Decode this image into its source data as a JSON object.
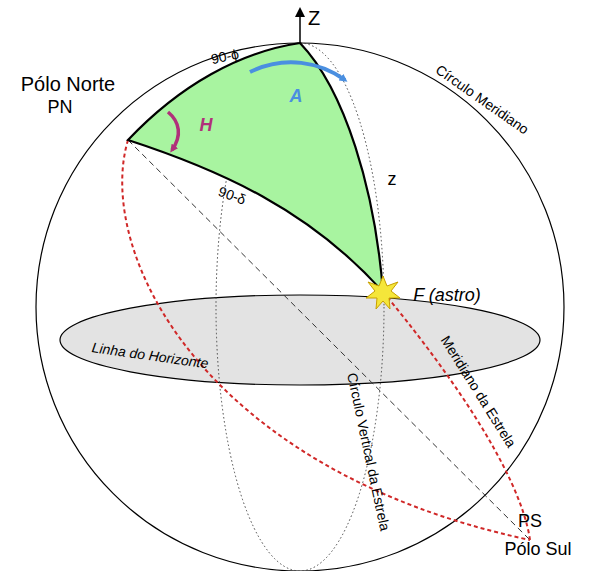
{
  "diagram": {
    "labels": [
      "Z",
      "90-ϕ",
      "A",
      "H",
      "Círculo Meridiano",
      "Pólo Norte",
      "PN",
      "z",
      "90-δ",
      "F (astro)",
      "Linha do Horizonte",
      "Meridiano da Estrela",
      "Círculo Vertical da Estrela",
      "PS",
      "Pólo Sul"
    ]
  }
}
